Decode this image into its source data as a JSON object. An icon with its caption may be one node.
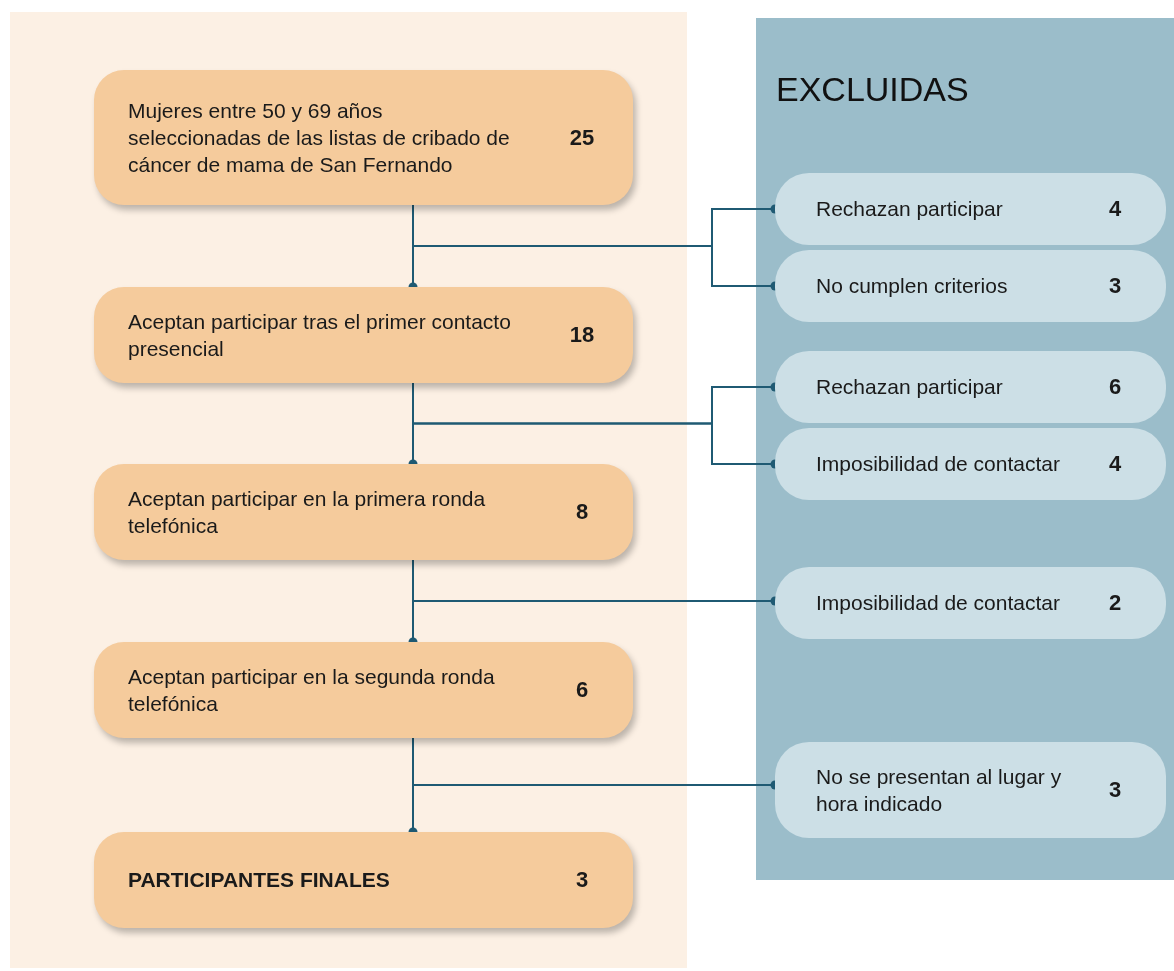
{
  "diagram": {
    "nodes": [
      {
        "text": [
          "Mujeres entre 50 y 69 años seleccionadas de las listas de cribado de cáncer de mama de San Fernando",
          "25"
        ]
      },
      {
        "text": [
          "Aceptan participar tras el primer contacto presencial",
          "18"
        ]
      },
      {
        "text": [
          "Aceptan participar en la primera ronda telefónica",
          "8"
        ]
      },
      {
        "text": [
          "Aceptan participar en la segunda ronda telefónica",
          "6"
        ]
      },
      {
        "text": [
          "PARTICIPANTES FINALES",
          "3"
        ]
      },
      {
        "text": [
          "EXCLUIDAS"
        ]
      },
      {
        "text": [
          "Rechazan participar",
          "4"
        ],
        "in": 5
      },
      {
        "text": [
          "No cumplen criterios",
          "3"
        ],
        "in": 5
      },
      {
        "text": [
          "Rechazan participar",
          "6"
        ],
        "in": 5
      },
      {
        "text": [
          "Imposibilidad de contactar",
          "4"
        ],
        "in": 5
      },
      {
        "text": [
          "Imposibilidad de contactar",
          "2"
        ],
        "in": 5
      },
      {
        "text": [
          "No se presentan al lugar y hora indicado",
          "3"
        ],
        "in": 5
      }
    ],
    "edges": [
      {
        "from": 0,
        "to": 1,
        "arrow": "other"
      },
      {
        "from": 0,
        "to": 6,
        "arrow": "other"
      },
      {
        "from": 0,
        "to": 7,
        "arrow": "other"
      },
      {
        "from": 1,
        "to": 2,
        "arrow": "other"
      },
      {
        "from": 1,
        "to": 8,
        "arrow": "other"
      },
      {
        "from": 1,
        "to": 9,
        "arrow": "other"
      },
      {
        "from": 2,
        "to": 3,
        "arrow": "other"
      },
      {
        "from": 2,
        "to": 10,
        "arrow": "other"
      },
      {
        "from": 3,
        "to": 4,
        "arrow": "other"
      },
      {
        "from": 3,
        "to": 11,
        "arrow": "other"
      }
    ]
  }
}
